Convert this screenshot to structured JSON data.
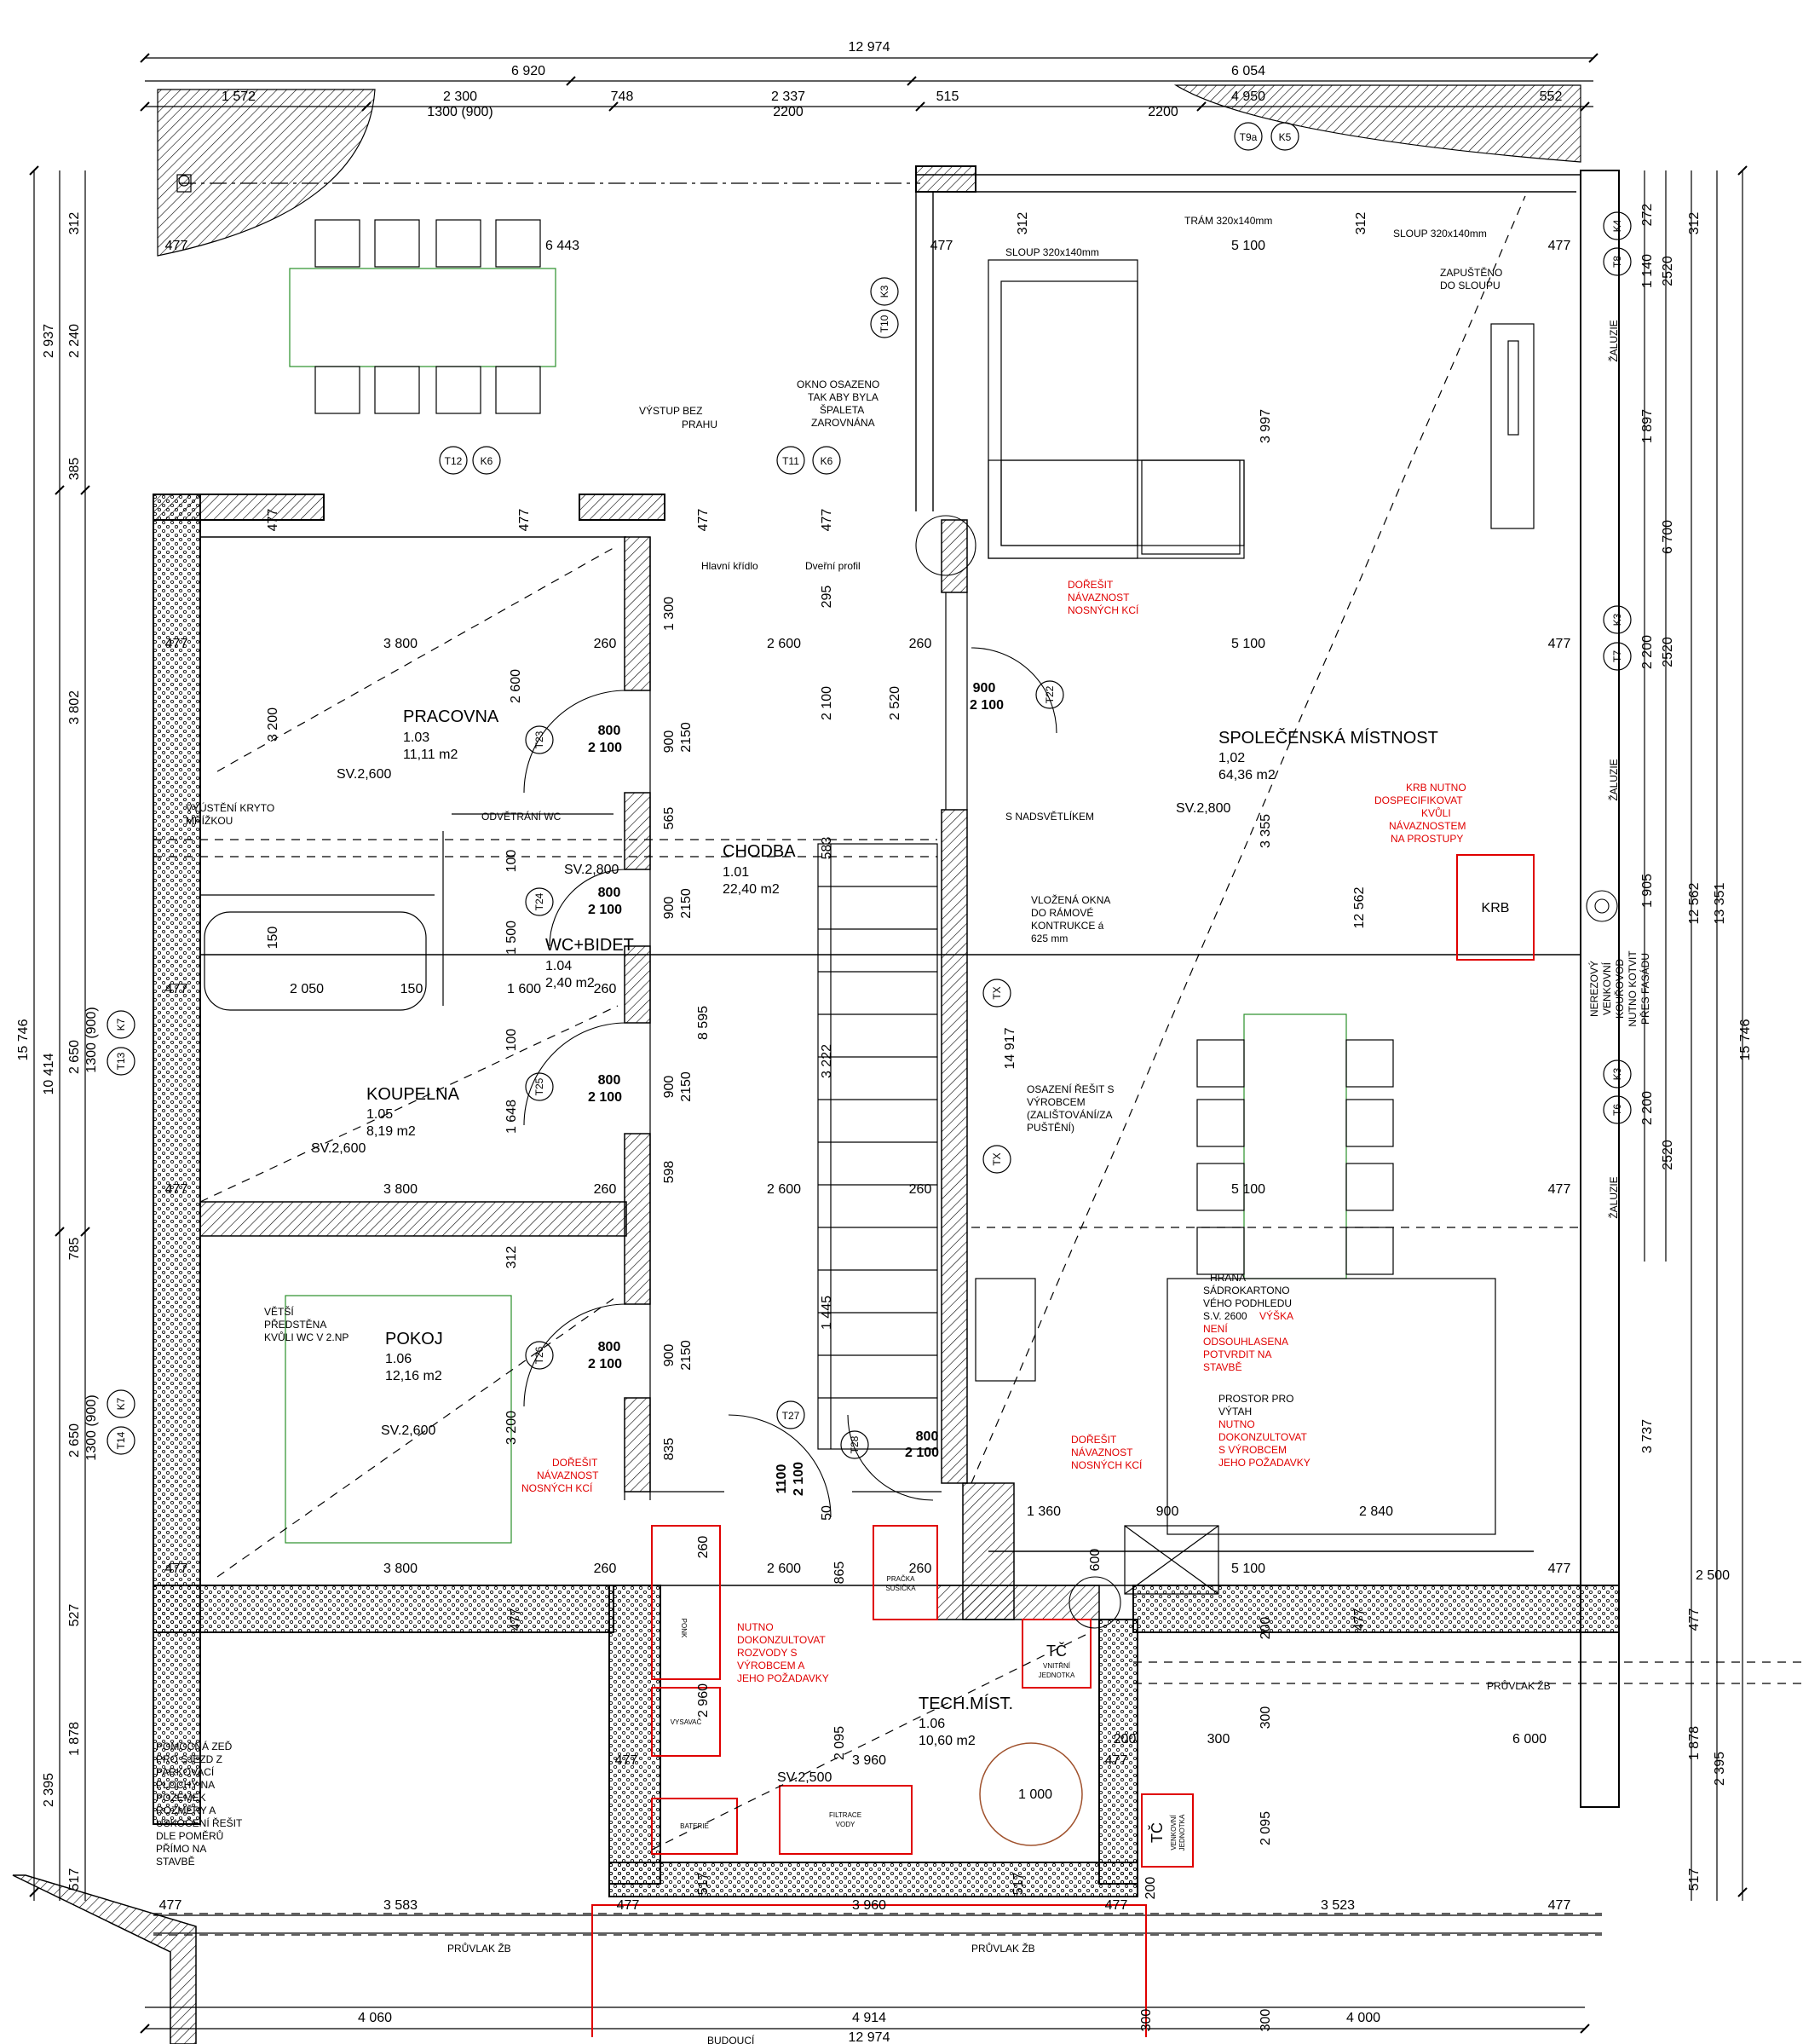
{
  "top_dims": {
    "overall": "12 974",
    "left_total": "6 920",
    "right_total": "6 054",
    "d1": "1 572",
    "d2": "2 300",
    "d2b": "1300 (900)",
    "d3": "748",
    "d4": "2 337",
    "d4b": "2200",
    "d5": "515",
    "d6": "2200",
    "d7": "4 950",
    "d8": "552"
  },
  "bottom_dims": {
    "overall": "12 974",
    "b1": "4 060",
    "b2": "4 914",
    "b3": "4 000",
    "r1a": "3 583",
    "r1b": "3 960",
    "r1c": "3 523",
    "w477": "477",
    "d300": "300"
  },
  "left_dims": {
    "total": "15 746",
    "d10414": "10 414",
    "d2937": "2 937",
    "d2240": "2 240",
    "d312": "312",
    "d385": "385",
    "d3802": "3 802",
    "d2650": "2 650",
    "d1300": "1300 (900)",
    "d785": "785",
    "d527": "527",
    "d1878": "1 878",
    "d2395": "2 395",
    "d517": "517"
  },
  "right_dims": {
    "total": "15 746",
    "d13351": "13 351",
    "d12562": "12 562",
    "d312": "312",
    "d272": "272",
    "d1140": "1 140",
    "d2520": "2520",
    "d1897": "1 897",
    "d6700": "6 700",
    "d2200": "2 200",
    "d1905": "1 905",
    "d3737": "3 737",
    "d2500": "2 500",
    "d477": "477",
    "d1878": "1 878",
    "d2395": "2 395",
    "d517": "517"
  },
  "rooms": {
    "pracovna": {
      "name": "PRACOVNA",
      "num": "1.03",
      "area": "11,11 m2",
      "sv": "SV.2,600"
    },
    "chodba": {
      "name": "CHODBA",
      "num": "1.01",
      "area": "22,40 m2"
    },
    "spolecenska": {
      "name": "SPOLEČENSKÁ MÍSTNOST",
      "num": "1,02",
      "area": "64,36 m2",
      "sv": "SV.2,800"
    },
    "wc": {
      "name": "WC+BIDET",
      "num": "1.04",
      "area": "2,40 m2",
      "sv": "SV.2,800"
    },
    "koupelna": {
      "name": "KOUPELNA",
      "num": "1.05",
      "area": "8,19 m2",
      "sv": "SV.2,600"
    },
    "pokoj": {
      "name": "POKOJ",
      "num": "1.06",
      "area": "12,16 m2",
      "sv": "SV.2,600"
    },
    "tech": {
      "name": "TECH.MÍST.",
      "num": "1.06",
      "area": "10,60 m2",
      "sv": "SV.2,500"
    }
  },
  "tags": {
    "T12": "T12",
    "K6": "K6",
    "T11": "T11",
    "T10": "T10",
    "K3": "K3",
    "T9a": "T9a",
    "K5": "K5",
    "K4": "K4",
    "T8": "T8",
    "T7": "T7",
    "T6": "T6",
    "T13": "T13",
    "K7": "K7",
    "T14": "T14",
    "T22": "T22",
    "T23": "T23",
    "T24": "T24",
    "T25": "T25",
    "T26": "T26",
    "T27": "T27",
    "T28": "T28",
    "TX": "TX"
  },
  "doors": {
    "dw800": "800",
    "dh2100": "2 100",
    "dw900": "900",
    "dw1100": "1100"
  },
  "notes": {
    "vystup1": "VÝSTUP BEZ",
    "vystup2": "PRAHU",
    "okno1": "OKNO OSAZENO",
    "okno2": "TAK ABY BYLA",
    "okno3": "ŠPALETA",
    "okno4": "ZAROVNÁNA",
    "hlavni": "Hlavní křídlo",
    "dverni": "Dveřní profil",
    "sloup1": "SLOUP 320x140mm",
    "tram": "TRÁM 320x140mm",
    "sloup2": "SLOUP 320x140mm",
    "zapus1": "ZAPUŠTĚNO",
    "zapus2": "DO SLOUPU",
    "zaluzie": "ŽALUZIE",
    "vyusteni1": "VYÚSTĚNÍ KRYTO",
    "vyusteni2": "MŘÍŽKOU",
    "odvetrani": "ODVĚTRÁNÍ WC",
    "nadsvet": "S NADSVĚTLÍKEM",
    "vlozena1": "VLOŽENÁ OKNA",
    "vlozena2": "DO RÁMOVÉ",
    "vlozena3": "KONTRUKCE á",
    "vlozena4": "625 mm",
    "osaz1": "OSAZENÍ ŘEŠIT S",
    "osaz2": "VÝROBCEM",
    "osaz3": "(ZALIŠTOVÁNÍ/ZA",
    "osaz4": "PUŠTĚNÍ)",
    "hrana1": "HRANA",
    "hrana2": "SÁDROKARTONO",
    "hrana3": "VÉHO PODHLEDU",
    "hrana4": "S.V. 2600",
    "prostor1": "PROSTOR PRO",
    "prostor2": "VÝTAH",
    "vetsi1": "VĚTŠÍ",
    "vetsi2": "PŘEDSTĚNA",
    "vetsi3": "KVŮLI WC V 2.NP",
    "pomocna1": "POMOCNÁ ZEĎ",
    "pomocna2": "PRO SJEZD Z",
    "pomocna3": "PARKOVACÍ",
    "pomocna4": "PLOCHY NA",
    "pomocna5": "POZEMEK",
    "pomocna6": "ROZMĚRY A",
    "pomocna7": "USKOČENÍ ŘEŠIT",
    "pomocna8": "DLE POMĚRŮ",
    "pomocna9": "PŘÍMO NA",
    "pomocna10": "STAVBĚ",
    "nerez1": "NEREZOVÝ",
    "nerez2": "VENKOVNÍ",
    "nerez3": "KOUŘOVOD",
    "nerez4": "NUTNO KOTVIT",
    "nerez5": "PŘES FASÁDU",
    "pruvlak": "PRŮVLAK ŽB",
    "budouci": "BUDOUCÍ",
    "krb": "KRB",
    "ponk": "PONK",
    "vysavac": "VYSAVAČ",
    "baterie": "BATERIE",
    "filtrace1": "FILTRACE",
    "filtrace2": "VODY",
    "pracka1": "PRAČKA",
    "pracka2": "SUŠIČKA",
    "tc": "TČ",
    "tc_vn1": "VNITŘNÍ",
    "tc_vn2": "JEDNOTKA",
    "tc_ve1": "VENKOVNÍ",
    "tc_ve2": "JEDNOTKA"
  },
  "red_notes": {
    "dor1a": "DOŘEŠIT",
    "dor1b": "NÁVAZNOST",
    "dor1c": "NOSNÝCH KCÍ",
    "krbn1": "KRB NUTNO",
    "krbn2": "DOSPECIFIKOVAT",
    "krbn3": "KVŮLI",
    "krbn4": "NÁVAZNOSTEM",
    "krbn5": "NA PROSTUPY",
    "vyska1": "VÝŠKA",
    "vyska2": "NENÍ",
    "vyska3": "ODSOUHLASENA",
    "vyska4": "POTVRDIT NA",
    "vyska5": "STAVBĚ",
    "vytah1": "NUTNO",
    "vytah2": "DOKONZULTOVAT",
    "vytah3": "S VÝROBCEM",
    "vytah4": "JEHO POŽADAVKY",
    "roz1": "NUTNO",
    "roz2": "DOKONZULTOVAT",
    "roz3": "ROZVODY  S",
    "roz4": "VÝROBCEM A",
    "roz5": "JEHO POŽADAVKY"
  },
  "inner_dims": {
    "d477": "477",
    "d6443": "6 443",
    "d5100": "5 100",
    "d3800": "3 800",
    "d260": "260",
    "d2600": "2 600",
    "d2050": "2 050",
    "d150": "150",
    "d1600": "1 600",
    "d1300": "1 300",
    "d295": "295",
    "d2100": "2 100",
    "d2520": "2 520",
    "d3200": "3 200",
    "d3997": "3 997",
    "d3355": "3 355",
    "d12562": "12 562",
    "d565": "565",
    "d900": "900",
    "d2150": "2150",
    "d100": "100",
    "d1500": "1 500",
    "d1648": "1 648",
    "d598": "598",
    "d312": "312",
    "d835": "835",
    "d8595": "8 595",
    "d583": "583",
    "d3222": "3 222",
    "d1445": "1 445",
    "d14917": "14 917",
    "d1360": "1 360",
    "d2840": "2 840",
    "d600": "600",
    "d865": "865",
    "d50": "50",
    "d3960": "3 960",
    "d2095": "2 095",
    "d1000": "1 000",
    "d200": "200",
    "d300": "300",
    "d6000": "6 000",
    "d2960": "2 960"
  }
}
